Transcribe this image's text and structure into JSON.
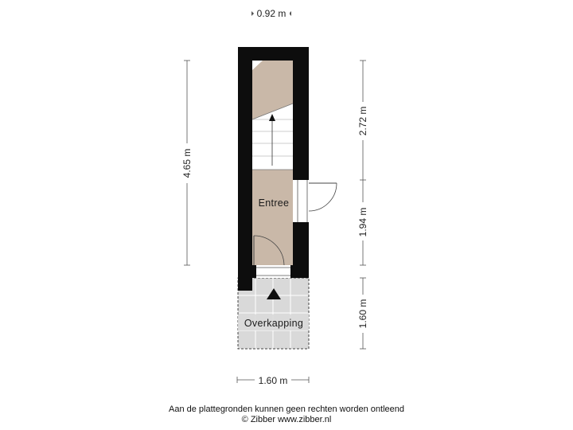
{
  "dimensions": {
    "top_width": "0.92 m",
    "left_height": "4.65 m",
    "right_upper": "2.72 m",
    "right_middle": "1.94 m",
    "right_lower": "1.60 m",
    "bottom_width": "1.60 m"
  },
  "rooms": {
    "entree": "Entree",
    "overkapping": "Overkapping"
  },
  "footer": {
    "disclaimer": "Aan de plattegronden kunnen geen rechten worden ontleend",
    "copyright": "© Zibber www.zibber.nl"
  },
  "colors": {
    "wall": "#0d0d0d",
    "floor": "#c9b8a8",
    "tile": "#d9d9d9"
  }
}
